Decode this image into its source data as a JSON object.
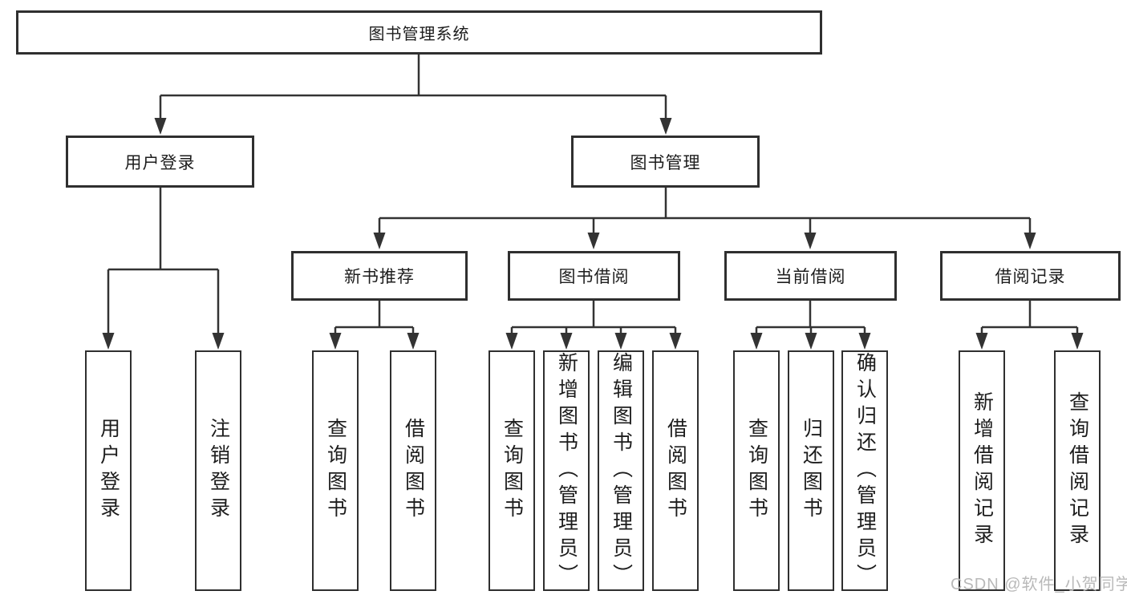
{
  "tree": {
    "label": "图书管理系统",
    "children": [
      {
        "label": "用户登录",
        "children": [
          {
            "label": "用户登录"
          },
          {
            "label": "注销登录"
          }
        ]
      },
      {
        "label": "图书管理",
        "children": [
          {
            "label": "新书推荐",
            "children": [
              {
                "label": "查询图书"
              },
              {
                "label": "借阅图书"
              }
            ]
          },
          {
            "label": "图书借阅",
            "children": [
              {
                "label": "查询图书"
              },
              {
                "label": "新增图书（管理员）"
              },
              {
                "label": "编辑图书（管理员）"
              },
              {
                "label": "借阅图书"
              }
            ]
          },
          {
            "label": "当前借阅",
            "children": [
              {
                "label": "查询图书"
              },
              {
                "label": "归还图书"
              },
              {
                "label": "确认归还（管理员）"
              }
            ]
          },
          {
            "label": "借阅记录",
            "children": [
              {
                "label": "新增借阅记录"
              },
              {
                "label": "查询借阅记录"
              }
            ]
          }
        ]
      }
    ]
  },
  "watermark": "CSDN @软件_小贺同学",
  "colors": {
    "line": "#333333",
    "border": "#2f2f2f",
    "text": "#1d1d1d",
    "watermark": "#b9b9b9"
  }
}
